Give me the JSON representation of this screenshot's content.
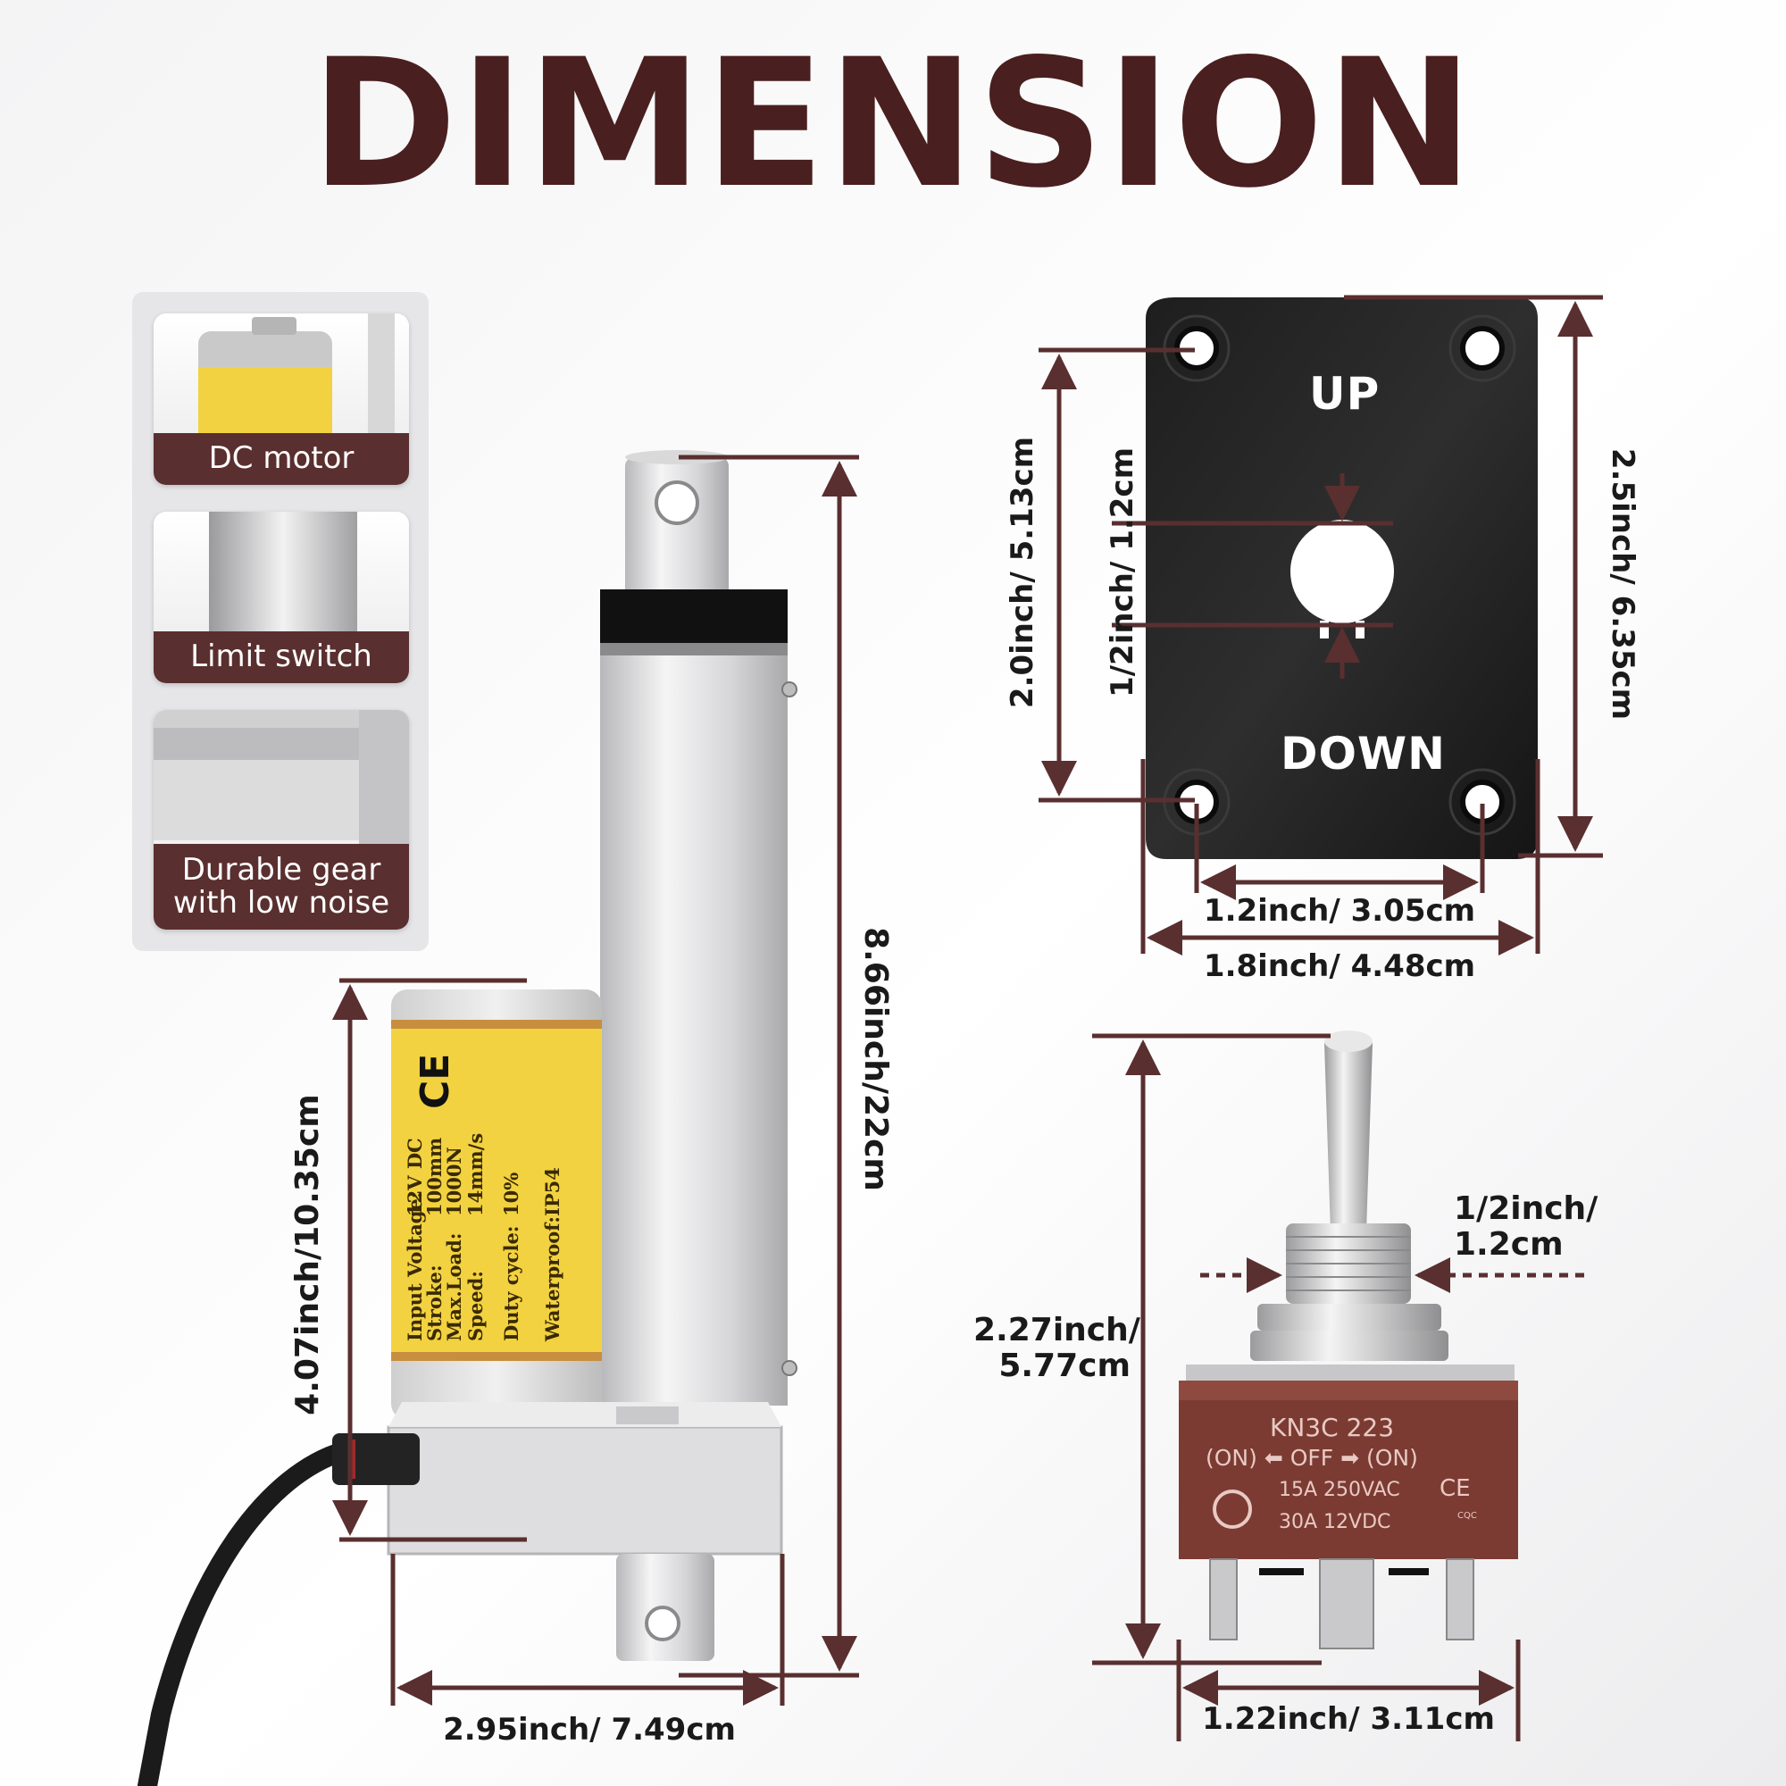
{
  "title": "DIMENSION",
  "features": [
    {
      "label": "DC motor"
    },
    {
      "label": "Limit switch"
    },
    {
      "label": "Durable gear with low noise"
    }
  ],
  "actuator": {
    "height_dim": "8.66inch/22cm",
    "motor_dim": "4.07inch/10.35cm",
    "width_dim": "2.95inch/ 7.49cm",
    "label": {
      "ce": "CE",
      "rows": [
        {
          "key": "Input Voltage:",
          "value": "12V DC"
        },
        {
          "key": "Stroke:",
          "value": "100mm"
        },
        {
          "key": "Max.Load:",
          "value": "1000N"
        },
        {
          "key": "Speed:",
          "value": "14mm/s"
        },
        {
          "key": "Duty cycle:",
          "value": "10%"
        },
        {
          "key": "Waterproof:",
          "value": "IP54"
        }
      ]
    }
  },
  "plate": {
    "up": "UP",
    "down": "DOWN",
    "hole_spacing_v": "2.0inch/ 5.13cm",
    "hole_dia": "1/2inch/ 1.2cm",
    "height": "2.5inch/ 6.35cm",
    "hole_spacing_h": "1.2inch/ 3.05cm",
    "width": "1.8inch/ 4.48cm"
  },
  "toggle": {
    "thread_line1": "1/2inch/",
    "thread_line2": "1.2cm",
    "height_line1": "2.27inch/",
    "height_line2": "5.77cm",
    "width": "1.22inch/ 3.11cm",
    "model": "KN3C 223",
    "positions": "(ON) ⬅ OFF ➡ (ON)",
    "rating1": "15A 250VAC",
    "rating2": "30A 12VDC",
    "ce": "CE",
    "cqc": "CQC"
  },
  "colors": {
    "title": "#4a1f1f",
    "dimension_line": "#5a2f2f",
    "label_yellow": "#f2d240",
    "switch_body": "#7b3b33"
  }
}
